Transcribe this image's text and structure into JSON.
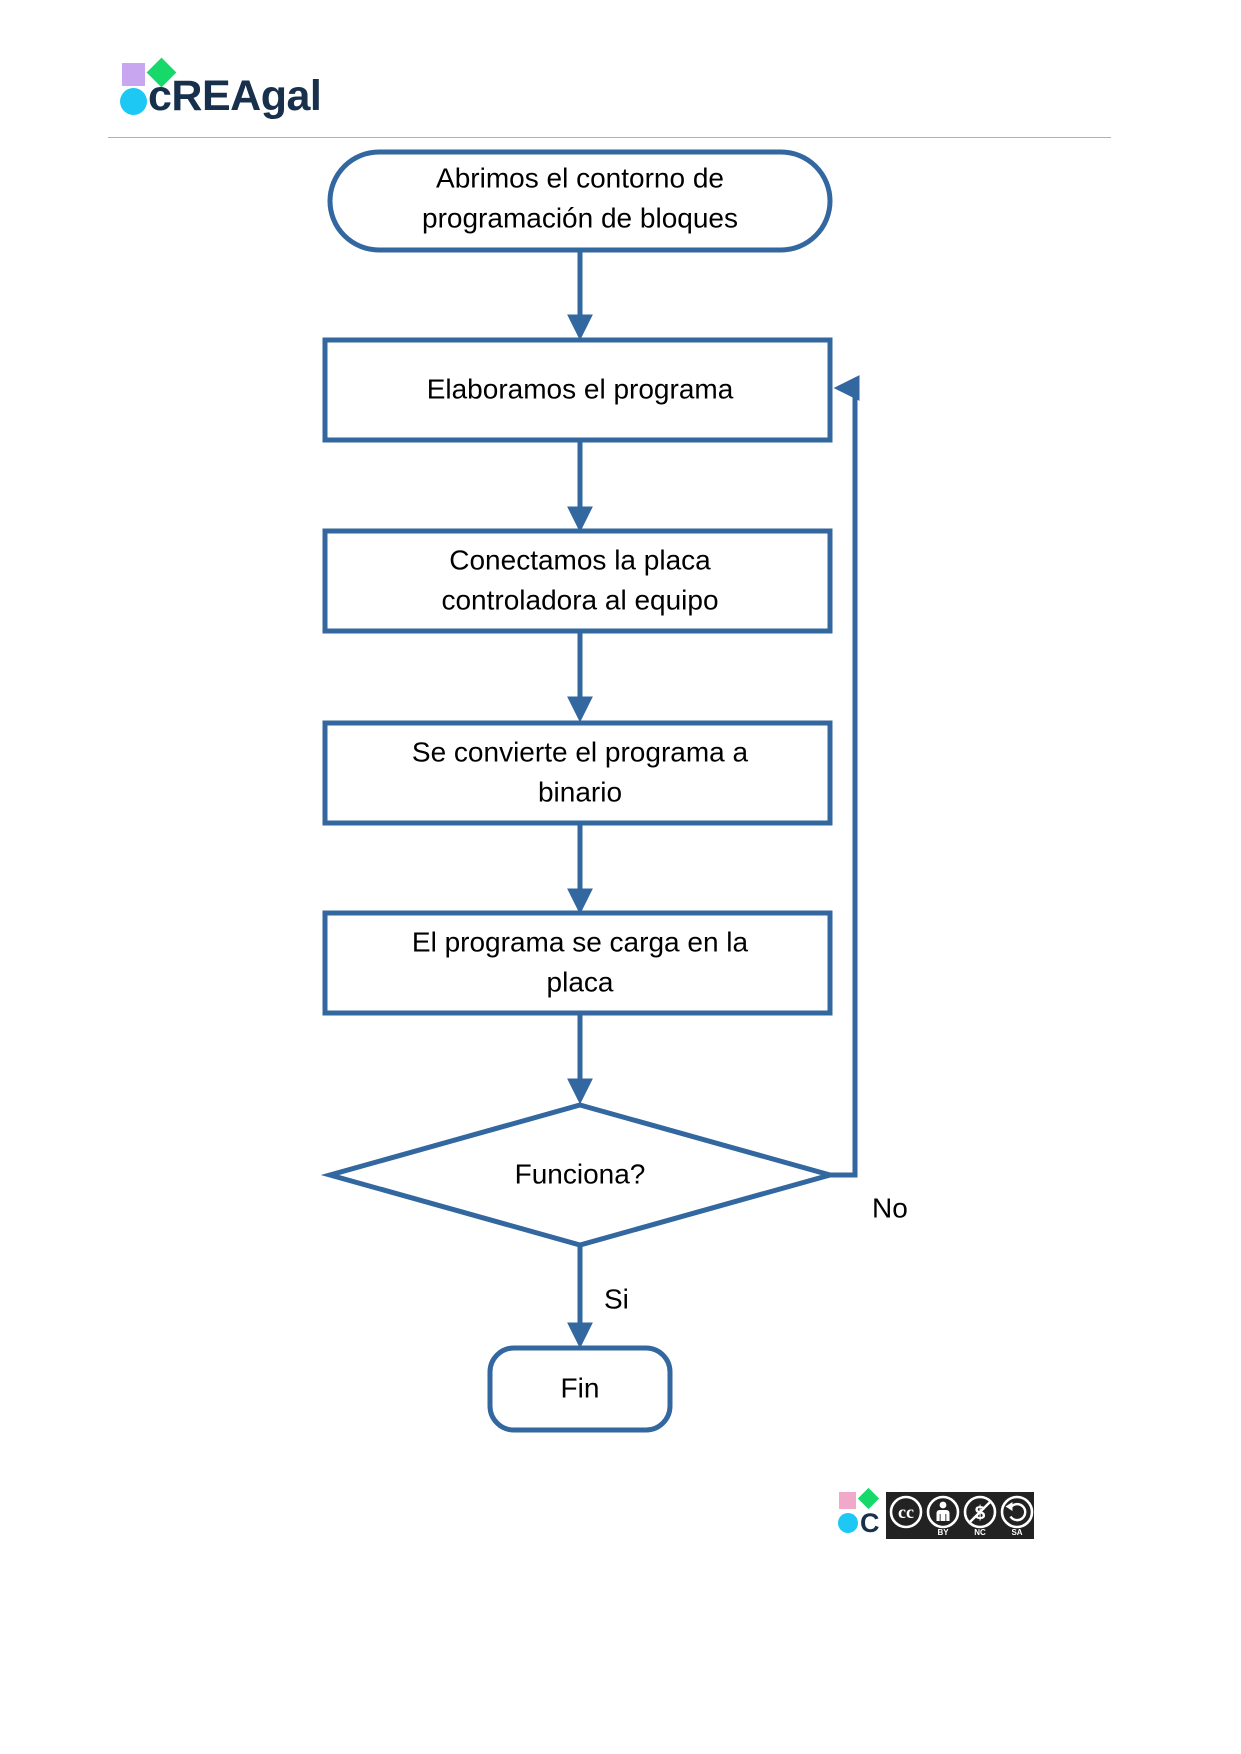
{
  "header": {
    "logo_text": "cREAgal",
    "logo_icon_square": "logo-square-icon",
    "logo_icon_diamond": "logo-diamond-icon",
    "logo_icon_circle": "logo-circle-icon",
    "colors": {
      "square": "#c9a6f0",
      "diamond": "#16d96a",
      "circle": "#1ec8f5",
      "text": "#17304b",
      "rule": "#9fb4cc"
    }
  },
  "diagram": {
    "type": "flowchart",
    "stroke_color": "#33679f",
    "fill_color": "#ffffff",
    "text_color": "#000000",
    "nodes": [
      {
        "id": "start",
        "shape": "stadium",
        "lines": [
          "Abrimos el  contorno de",
          "programación de bloques"
        ]
      },
      {
        "id": "elaborar",
        "shape": "rect",
        "lines": [
          "Elaboramos el  programa"
        ]
      },
      {
        "id": "conectar",
        "shape": "rect",
        "lines": [
          "Conectamos la placa",
          "controladora al equipo"
        ]
      },
      {
        "id": "convertir",
        "shape": "rect",
        "lines": [
          "Se convierte el  programa a",
          "binario"
        ]
      },
      {
        "id": "cargar",
        "shape": "rect",
        "lines": [
          "El  programa se carga en la",
          "placa"
        ]
      },
      {
        "id": "decision",
        "shape": "diamond",
        "lines": [
          "Funciona?"
        ]
      },
      {
        "id": "fin",
        "shape": "rounded",
        "lines": [
          "Fin"
        ]
      }
    ],
    "edge_labels": {
      "no": "No",
      "si": "Si"
    }
  },
  "footer": {
    "logo_letter": "C",
    "license_name": "cc",
    "license_terms": [
      "BY",
      "NC",
      "SA"
    ],
    "colors": {
      "square": "#f2a8c8",
      "diamond": "#16d96a",
      "circle": "#1ec8f5",
      "badge_bg": "#222222"
    }
  }
}
